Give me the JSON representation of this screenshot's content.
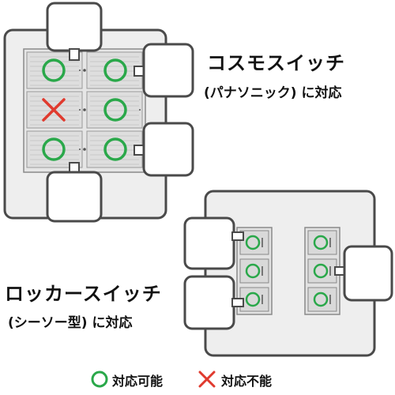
{
  "panel_top": {
    "title": "コスモスイッチ",
    "subtitle": "(パナソニック) に対応",
    "switches": [
      {
        "mark": "circle"
      },
      {
        "mark": "circle"
      },
      {
        "mark": "cross"
      },
      {
        "mark": "circle"
      },
      {
        "mark": "circle"
      },
      {
        "mark": "circle"
      }
    ]
  },
  "panel_bottom": {
    "title": "ロッカースイッチ",
    "subtitle": "(シーソー型) に対応",
    "switches": [
      {
        "mark": "circle"
      },
      {
        "mark": "circle"
      },
      {
        "mark": "circle"
      },
      {
        "mark": "circle"
      },
      {
        "mark": "circle"
      },
      {
        "mark": "circle"
      }
    ]
  },
  "legend": {
    "supported_label": "対応可能",
    "unsupported_label": "対応不能"
  },
  "colors": {
    "ok": "#2aa84a",
    "ng": "#e03a2e",
    "outline": "#4a4a4a",
    "plate": "#eeeeee",
    "switch_face": "#d9d9d9"
  }
}
